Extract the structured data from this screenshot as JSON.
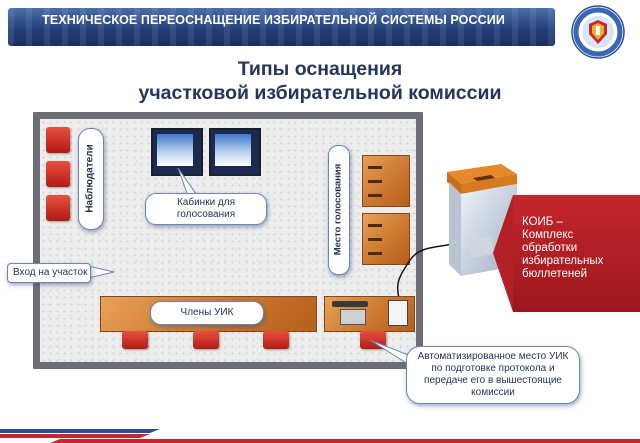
{
  "header": {
    "title": "ТЕХНИЧЕСКОЕ ПЕРЕОСНАЩЕНИЕ ИЗБИРАТЕЛЬНОЙ СИСТЕМЫ РОССИИ"
  },
  "slide": {
    "title_line1": "Типы оснащения",
    "title_line2": "участковой избирательной комиссии"
  },
  "labels": {
    "observers": "Наблюдатели",
    "booths": "Кабинки для голосования",
    "voting_place": "Место голосования",
    "entrance": "Вход на участок",
    "members": "Члены УИК",
    "workplace": "Автоматизированное место УИК по подготовке протокола и передаче его в вышестоящие комиссии"
  },
  "koib": {
    "text": "КОИБ –\nКомплекс\nобработки\nизбирательных\nбюллетеней"
  },
  "colors": {
    "header": "#24407a",
    "title": "#24365e",
    "accent_red": "#b32025",
    "floor_border": "#6b6e76",
    "callout_border": "#6d85b8"
  }
}
